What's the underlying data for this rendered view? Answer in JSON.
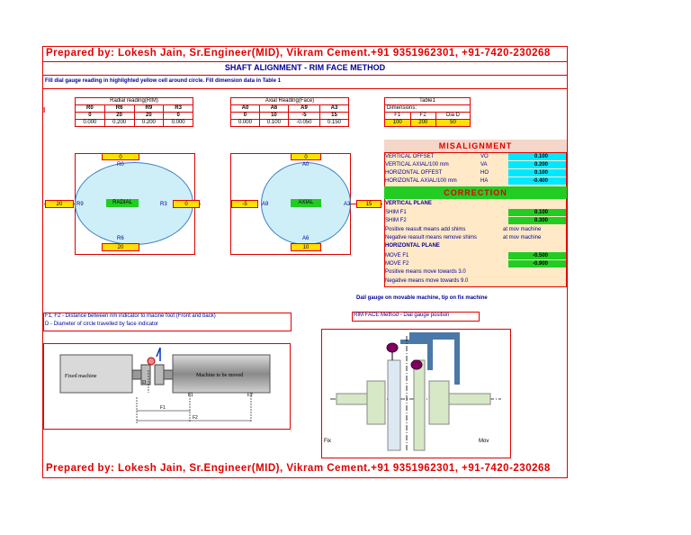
{
  "header": {
    "prepared_by": "Prepared by: Lokesh Jain, Sr.Engineer(MID), Vikram Cement.+91 9351962301, +91-7420-230268"
  },
  "title": "SHAFT ALIGNMENT - RIM FACE METHOD",
  "instruction": "Fill dial gauge reading in highlighted yellow cell around circle. Fill dimension data in Table 1",
  "left_marker": "I",
  "radial_table": {
    "title": "Radial reading(RIM)",
    "headers": [
      "R0",
      "R6",
      "R9",
      "R3"
    ],
    "values": [
      "0",
      "20",
      "20",
      "0"
    ],
    "computed": [
      "0.000",
      "0.200",
      "0.200",
      "0.000"
    ]
  },
  "axial_table": {
    "title": "Axial Reading(Face)",
    "headers": [
      "A0",
      "A6",
      "A9",
      "A3"
    ],
    "values": [
      "0",
      "10",
      "-5",
      "15"
    ],
    "computed": [
      "0.000",
      "0.100",
      "-0.050",
      "0.150"
    ]
  },
  "table1": {
    "title": "Table1",
    "sub": "Dimensions:",
    "headers": [
      "F1",
      "F2",
      "Dia D"
    ],
    "values": [
      "100",
      "200",
      "50"
    ]
  },
  "radial_circle": {
    "center_label": "RADIAL",
    "top_value": "0",
    "top_label": "R0",
    "bottom_value": "20",
    "bottom_label": "R6",
    "left_value": "20",
    "left_label": "R9",
    "right_value": "0",
    "right_label": "R3"
  },
  "axial_circle": {
    "center_label": "AXIAL",
    "top_value": "0",
    "top_label": "A0",
    "bottom_value": "10",
    "bottom_label": "A6",
    "left_value": "-5",
    "left_label": "A9",
    "right_value": "15",
    "right_label": "A3"
  },
  "misalignment": {
    "title": "MISALIGNMENT",
    "rows": [
      {
        "label": "VERTICAL OFFSET",
        "code": "VO",
        "value": "0.100"
      },
      {
        "label": "VERTICAL AXIAL/100 mm",
        "code": "VA",
        "value": "0.200"
      },
      {
        "label": "HORIZONTAL OFFEST",
        "code": "HO",
        "value": "0.100"
      },
      {
        "label": "HORIZONTAL AXIAL/100 mm",
        "code": "HA",
        "value": "-0.400"
      }
    ]
  },
  "correction": {
    "title": "CORRECTION",
    "vertical_title": "VERTICAL PLANE",
    "shim_f1_label": "SHIM F1",
    "shim_f1": "0.100",
    "shim_f2_label": "SHIM F2",
    "shim_f2": "0.300",
    "pos_note": "Positive reasult means add shims",
    "pos_note2": "at mov machine",
    "neg_note": "Negative reasult means remove shims",
    "neg_note2": "at mov machine",
    "horizontal_title": "HORIZONTAL PLANE",
    "move_f1_label": "MOVE F1",
    "move_f1": "-0.500",
    "move_f2_label": "MOVE F2",
    "move_f2": "-0.900",
    "pos_move": "Positive means move towards 3.0",
    "neg_move": "Negative means move towards 9.0"
  },
  "dial_note": "Dail gauge on movable machine, tip on fix machine",
  "legend": {
    "line1": "F1, F2 - Distance between rim indicator to macine foot (Front and back)",
    "line2": "D - Diameter of circle travelled by face indicator"
  },
  "rim_face_caption": "RIM FACE Method - Dial gauge position",
  "diagram1": {
    "fixed": "Fixed machine",
    "moved": "Machine to be moved",
    "d": "D",
    "f1": "F1",
    "f2": "F2"
  },
  "diagram2": {
    "fix": "Fix",
    "mov": "Mov"
  },
  "colors": {
    "red": "#e00000",
    "yellow": "#ffe000",
    "cyan": "#00e8ff",
    "green": "#22cc22",
    "beige": "#ffe9c6",
    "circle": "#cfeff8"
  }
}
